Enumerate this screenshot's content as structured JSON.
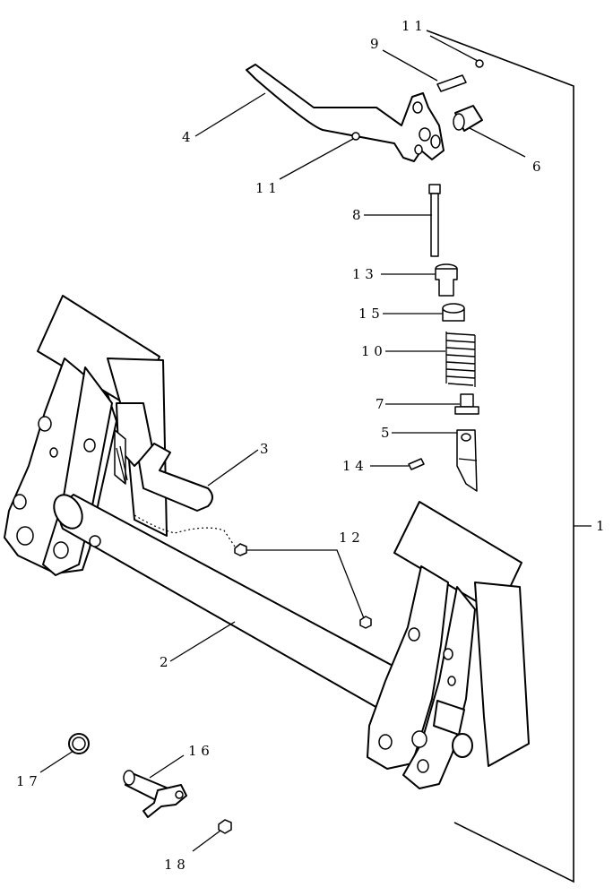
{
  "callouts": {
    "c1": "1",
    "c2": "2",
    "c3": "3",
    "c4": "4",
    "c5": "5",
    "c6": "6",
    "c7": "7",
    "c8": "8",
    "c9": "9",
    "c10": "1 0",
    "c11a": "1 1",
    "c11b": "1 1",
    "c12": "1 2",
    "c13": "1 3",
    "c14": "1 4",
    "c15": "1 5",
    "c16": "1 6",
    "c17": "1 7",
    "c18": "1 8"
  }
}
